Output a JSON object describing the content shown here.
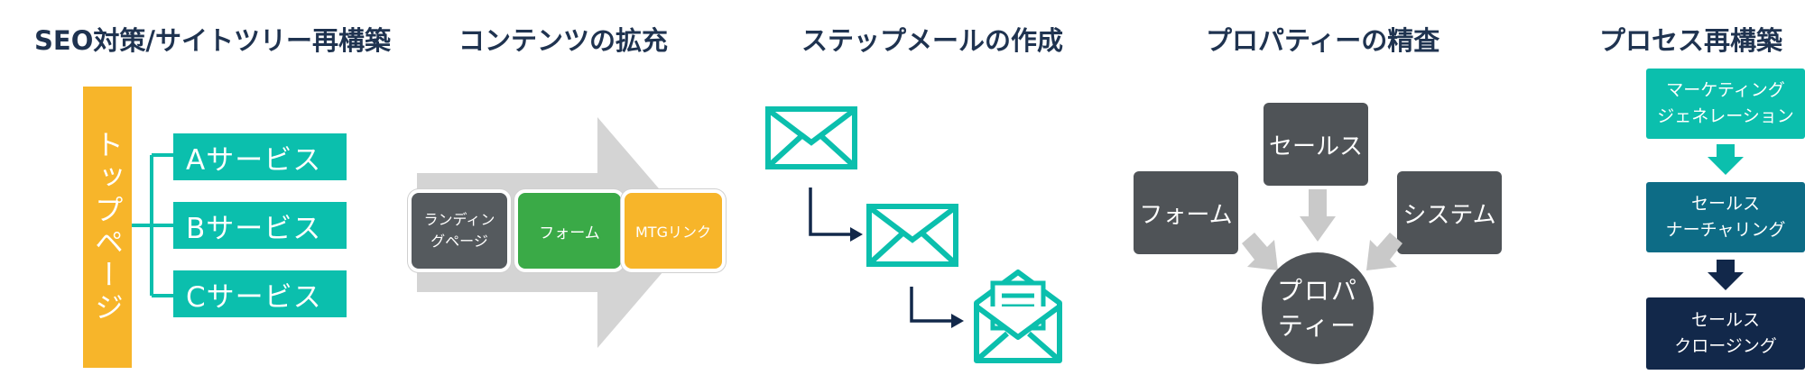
{
  "sections": {
    "seo": {
      "title": "SEO対策/サイトツリー再構築",
      "top_page": "トップページ",
      "services": [
        "Aサービス",
        "Bサービス",
        "Cサービス"
      ]
    },
    "contents": {
      "title": "コンテンツの拡充",
      "steps": [
        "ランディン\nグページ",
        "フォーム",
        "MTGリンク"
      ]
    },
    "stepmail": {
      "title": "ステップメールの作成"
    },
    "property": {
      "title": "プロパティーの精査",
      "sources": [
        "セールス",
        "フォーム",
        "システム"
      ],
      "center": [
        "プロパ",
        "ティー"
      ]
    },
    "process": {
      "title": "プロセス再構築",
      "stages": [
        [
          "マーケティング",
          "ジェネレーション"
        ],
        [
          "セールス",
          "ナーチャリング"
        ],
        [
          "セールス",
          "クロージング"
        ]
      ]
    }
  },
  "colors": {
    "title": "#1f3350",
    "teal": "#0bbfad",
    "orange": "#f7b52a",
    "green": "#3aaa47",
    "dark_gray": "#4f5357",
    "mid_gray": "#555a5e",
    "light_gray": "#c9c9c9",
    "teal_dark": "#0d6c86",
    "navy": "#12284a"
  },
  "icons": [
    "envelope-icon",
    "envelope-icon",
    "open-envelope-icon",
    "arrow-icon"
  ]
}
